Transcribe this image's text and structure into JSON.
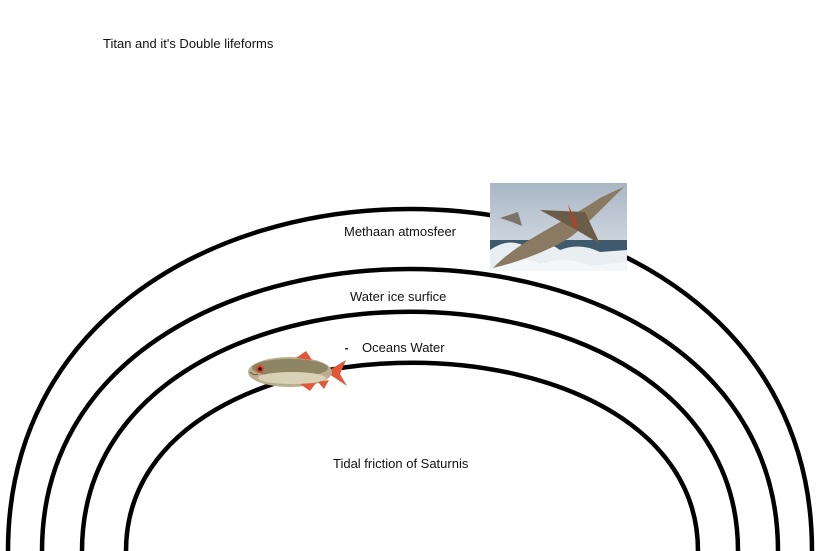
{
  "title": "Titan and it's Double lifeforms",
  "layers": {
    "atmosphere": "Methaan atmosfeer",
    "ice_surface": "Water ice surfice",
    "ocean": "Oceans Water",
    "core": "Tidal friction of Saturnis"
  },
  "images": {
    "flyer": "pterosaur-photo",
    "fish": "fish-photo"
  }
}
